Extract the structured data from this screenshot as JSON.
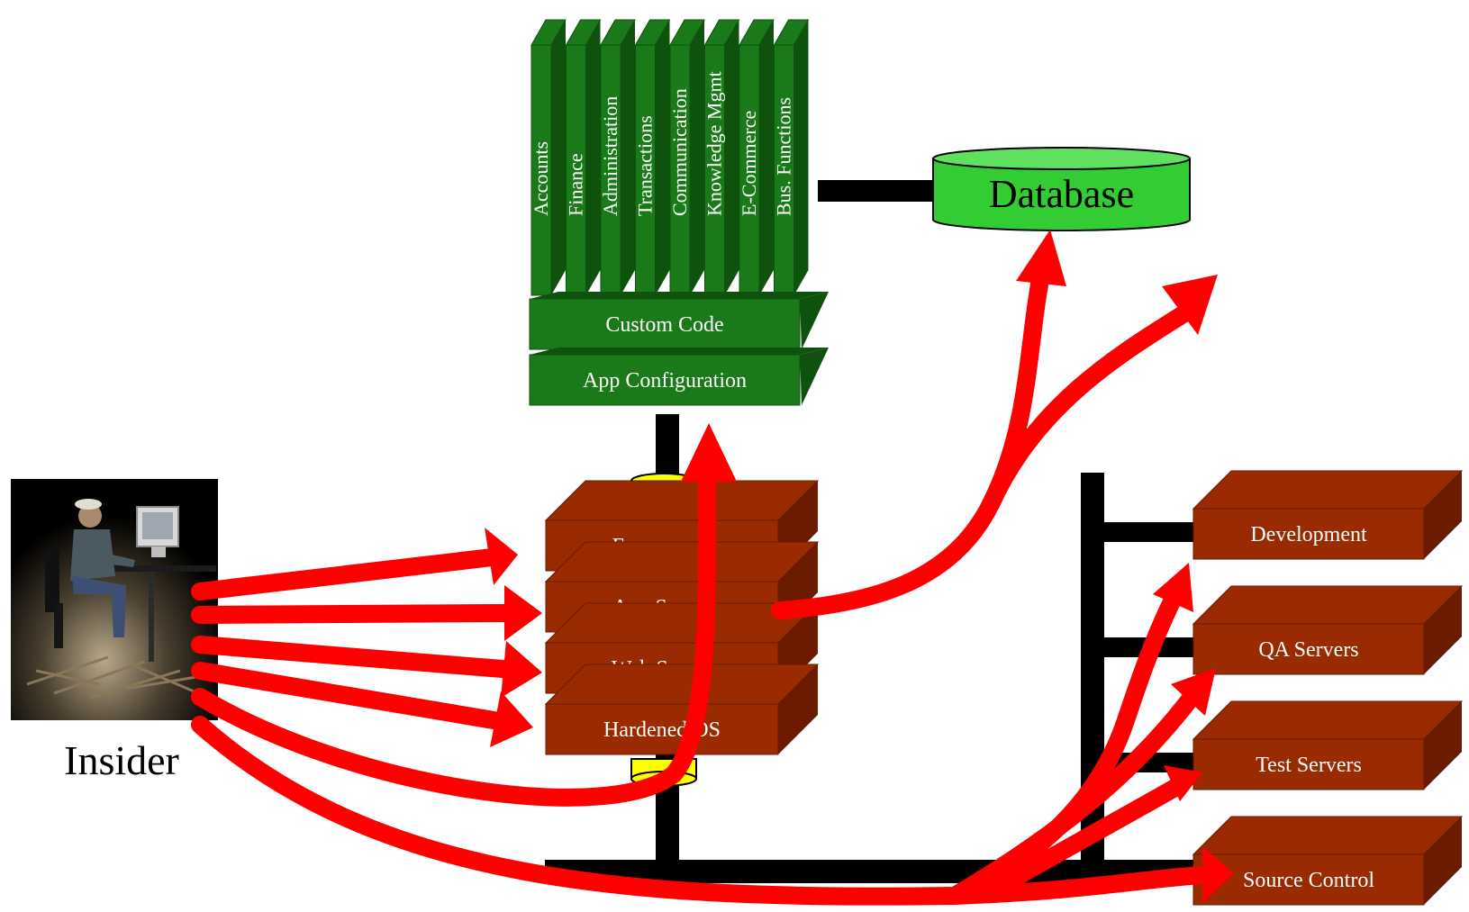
{
  "modules": [
    "Accounts",
    "Finance",
    "Administration",
    "Transactions",
    "Communication",
    "Knowledge Mgmt",
    "E-Commerce",
    "Bus. Functions"
  ],
  "app_layers": [
    "Custom Code",
    "App Configuration"
  ],
  "database_label": "Database",
  "server_stack": [
    "Framework",
    "App Server",
    "Web Server",
    "Hardened OS"
  ],
  "environments": [
    "Development",
    "QA Servers",
    "Test Servers",
    "Source Control"
  ],
  "actor_label": "Insider",
  "colors": {
    "module_green": "#1a7a1a",
    "module_green_dark": "#0e520e",
    "database_green": "#33cc33",
    "server_red": "#9a2a00",
    "server_red_dark": "#6b1b00",
    "arrow_red": "#ff0000",
    "connector_yellow": "#ffff00"
  }
}
